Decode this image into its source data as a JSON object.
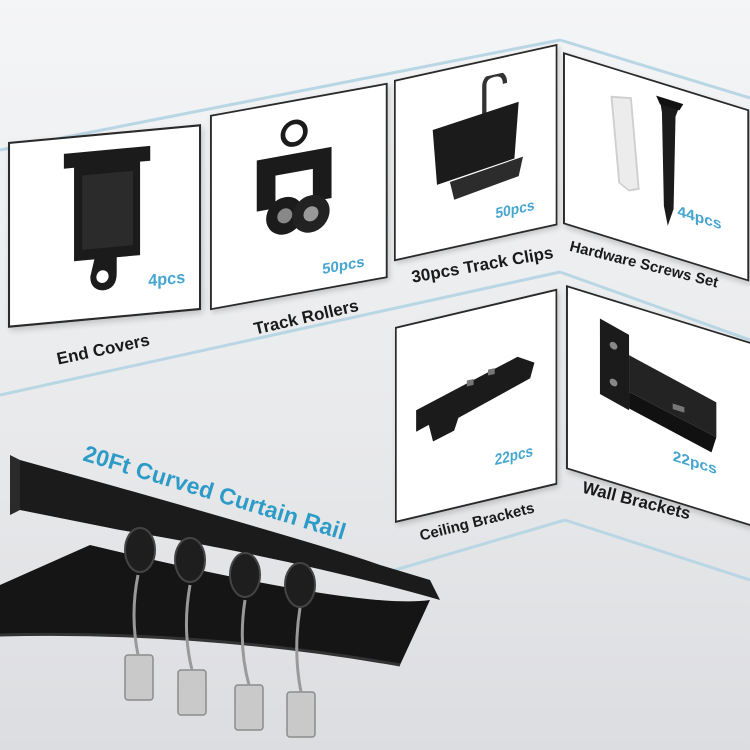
{
  "headline": "20Ft Curved Curtain Rail",
  "accent_color": "#46a6cf",
  "items": [
    {
      "name": "End Covers",
      "qty": "4pcs",
      "icon": "end-cover-icon"
    },
    {
      "name": "Track Rollers",
      "qty": "50pcs",
      "icon": "track-roller-icon"
    },
    {
      "name": "30pcs Track Clips",
      "qty": "50pcs",
      "icon": "track-clip-icon"
    },
    {
      "name": "Hardware Screws Set",
      "qty": "44pcs",
      "icon": "screw-anchor-icon"
    },
    {
      "name": "Ceiling Brackets",
      "qty": "22pcs",
      "icon": "ceiling-bracket-icon"
    },
    {
      "name": "Wall Brackets",
      "qty": "22pcs",
      "icon": "wall-bracket-icon"
    }
  ]
}
